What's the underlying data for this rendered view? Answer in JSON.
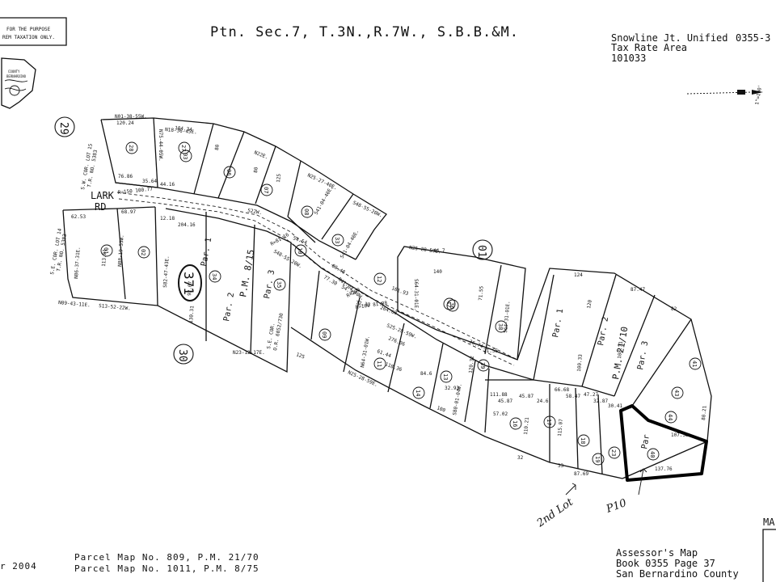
{
  "disclaimer": {
    "line1": "FOR THE PURPOSE",
    "line2": "REM TAXATION ONLY."
  },
  "seal": {
    "top": "COUNTY",
    "bottom": "BERNARDINO"
  },
  "title": "Ptn. Sec.7, T.3N.,R.7W., S.B.B.&M.",
  "district": {
    "line1": "Snowline Jt. Unified",
    "code": "0355-3",
    "line2": "Tax Rate Area",
    "line3": "101033"
  },
  "scale_note": "1\"=100'",
  "street": {
    "name1": "LARK",
    "name2": "RD"
  },
  "curve_labels": [
    "R=150 100.77",
    "R=81.16",
    "R=100",
    "R=100 81.28"
  ],
  "block_numbers": [
    "29",
    "01",
    "30"
  ],
  "map_page_badge": "371",
  "corner_notes": {
    "sw": [
      "S.W. COR. LOT 15",
      "T.R. NO. 5383"
    ],
    "se_left": [
      "S.E. COR. LOT 14",
      "T.R. NO. 5383"
    ],
    "se_mid": [
      "S.E. COR.",
      "O.R. 6052/730"
    ]
  },
  "bearings": [
    "N01-38-55W.",
    "N18-36-45E.",
    "N22E.",
    "N25-27-40E.",
    "N75-44-05W.",
    "S22W.",
    "S48-55-20W.",
    "S48-55-20W.",
    "S41-04-40E.",
    "S41-04-40E.",
    "N41-04-40W.",
    "N25-28-59E.",
    "S25-28-59W.",
    "N25-28-59E.",
    "S64-31-01E.",
    "S64-31-01E.",
    "N23-12-17E.",
    "N09-43-11E.",
    "S13-52-22W.",
    "N86-37-31E.",
    "N88-19-53W.",
    "S82-47-43E.",
    "S80-01-04W.",
    "N64-31-01W."
  ],
  "dimensions": [
    "120.24",
    "104.34",
    "80",
    "80",
    "125",
    "76.86",
    "35.64",
    "44.16",
    "204.16",
    "62.53",
    "68.97",
    "12.18",
    "54.54",
    "86.48",
    "54.33",
    "92.07",
    "72.33",
    "77.30",
    "264.68",
    "276.06",
    "36.74",
    "61.44",
    "124",
    "120",
    "87.47",
    "82",
    "140",
    "71.55",
    "71.55",
    "44.7",
    "111.88",
    "45.87",
    "24.6",
    "66.68",
    "58.47",
    "47.27",
    "32.87",
    "30.41",
    "107.55",
    "137.76",
    "87.69",
    "80.21",
    "100",
    "125",
    "118.36",
    "84.6",
    "32.93",
    "120.32",
    "32",
    "33",
    "57.02",
    "161.93",
    "110.21",
    "115.07",
    "100.33",
    "108.31",
    "113.81",
    "130.31",
    "45.87"
  ],
  "parcels": [
    {
      "id": "28"
    },
    {
      "id": "03"
    },
    {
      "id": "06"
    },
    {
      "id": "07"
    },
    {
      "id": "08"
    },
    {
      "id": "33"
    },
    {
      "id": "27"
    },
    {
      "id": "01"
    },
    {
      "id": "02"
    },
    {
      "id": "09"
    },
    {
      "id": "12"
    },
    {
      "id": "10"
    },
    {
      "id": "11"
    },
    {
      "id": "14"
    },
    {
      "id": "13"
    },
    {
      "id": "42"
    },
    {
      "id": "38"
    },
    {
      "id": "39"
    },
    {
      "id": "16"
    },
    {
      "id": "17"
    },
    {
      "id": "18"
    },
    {
      "id": "19"
    },
    {
      "id": "40"
    },
    {
      "id": "41"
    },
    {
      "id": "43"
    },
    {
      "id": "44"
    },
    {
      "id": "23"
    },
    {
      "id": "34"
    },
    {
      "id": "35"
    },
    {
      "id": "36"
    }
  ],
  "par_labels": [
    "Par. 1",
    "Par. 2",
    "Par. 3",
    "Par. 1",
    "Par. 2",
    "Par. 3",
    "Par"
  ],
  "pm_labels": [
    "P.M. 8/15",
    "P.M. 21/10"
  ],
  "handwritten": [
    "2nd Lot",
    "P10"
  ],
  "footer_left": {
    "year": "r 2004",
    "line1": "Parcel Map No. 809, P.M. 21/70",
    "line2": "Parcel Map No. 1011, P.M. 8/75"
  },
  "footer_right": {
    "line1": "Assessor's Map",
    "line2": "Book 0355 Page 37",
    "line3": "San Bernardino County"
  },
  "corner_mark": "MA"
}
